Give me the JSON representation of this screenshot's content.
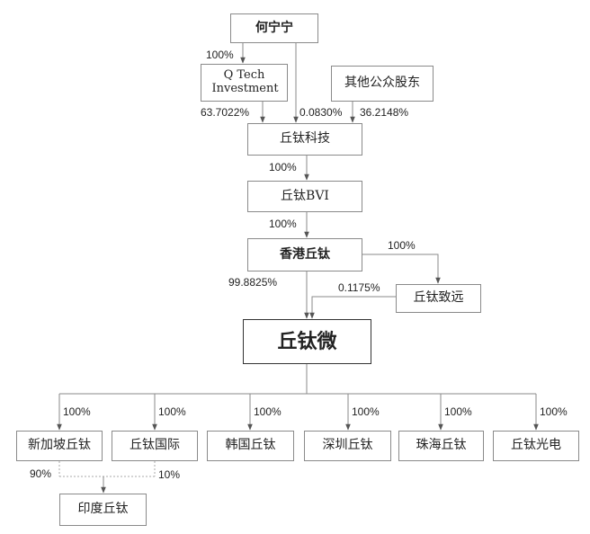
{
  "nodes": {
    "he": "何宁宁",
    "qtech": "Q Tech Investment",
    "other": "其他公众股东",
    "keji": "丘钛科技",
    "bvi": "丘钛BVI",
    "hk": "香港丘钛",
    "zhiyuan": "丘钛致远",
    "wei": "丘钛微",
    "sg": "新加坡丘钛",
    "intl": "丘钛国际",
    "kr": "韩国丘钛",
    "sz": "深圳丘钛",
    "zh": "珠海丘钛",
    "gd": "丘钛光电",
    "in": "印度丘钛"
  },
  "ownership": {
    "he_qtech": "100%",
    "qtech_keji": "63.7022%",
    "he_keji": "0.0830%",
    "other_keji": "36.2148%",
    "keji_bvi": "100%",
    "bvi_hk": "100%",
    "hk_zhiyuan": "100%",
    "hk_wei": "99.8825%",
    "zhiyuan_wei": "0.1175%",
    "wei_sg": "100%",
    "wei_intl": "100%",
    "wei_kr": "100%",
    "wei_sz": "100%",
    "wei_zh": "100%",
    "wei_gd": "100%",
    "sg_in": "90%",
    "intl_in": "10%"
  }
}
